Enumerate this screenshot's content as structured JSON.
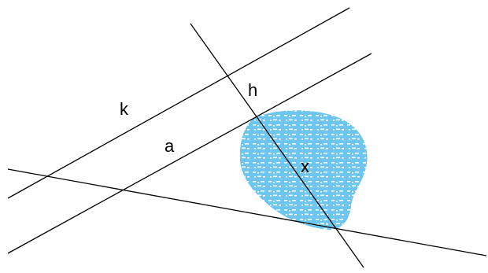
{
  "labels": {
    "k": "k",
    "a": "a",
    "h": "h",
    "x": "x"
  },
  "colors": {
    "region_fill": "#6ec6ee",
    "region_pattern": "#ffffff",
    "line": "#000000",
    "background": "#ffffff"
  }
}
